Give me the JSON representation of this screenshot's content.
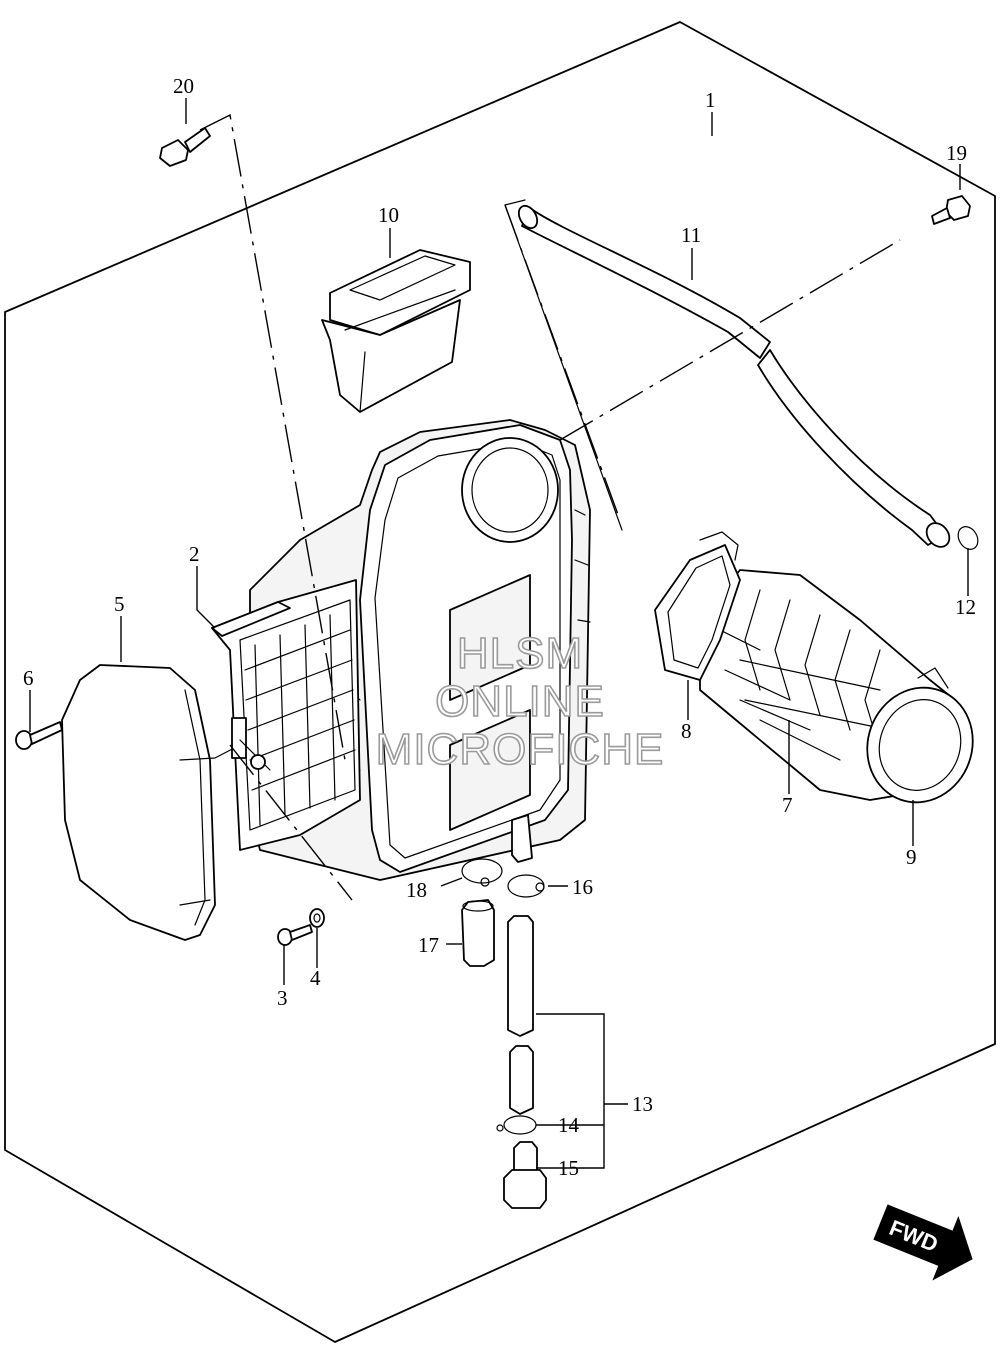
{
  "diagram": {
    "callouts": [
      "1",
      "2",
      "3",
      "4",
      "5",
      "6",
      "7",
      "8",
      "9",
      "10",
      "11",
      "12",
      "13",
      "14",
      "15",
      "16",
      "17",
      "18",
      "19",
      "20"
    ],
    "watermark": [
      "HLSM",
      "ONLINE",
      "MICROFICHE"
    ],
    "direction_label": "FWD"
  }
}
